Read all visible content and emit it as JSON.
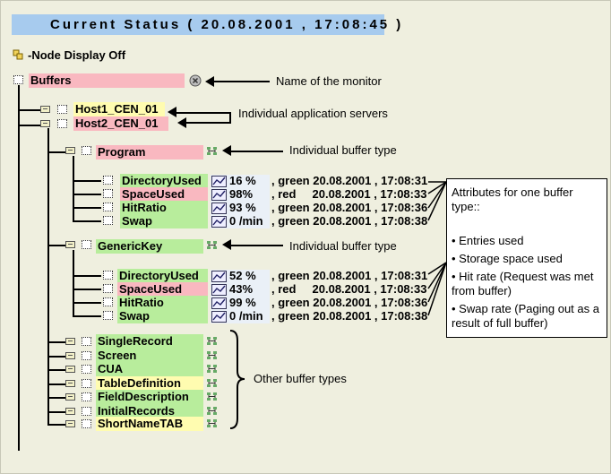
{
  "title": "Current Status ( 20.08.2001 , 17:08:45 )",
  "node_display": "-Node Display Off",
  "root": {
    "label": "Buffers",
    "annotation": "Name of the monitor"
  },
  "hosts": [
    {
      "label": "Host1_CEN_01"
    },
    {
      "label": "Host2_CEN_01"
    }
  ],
  "servers_annotation": "Individual application servers",
  "buffer_type_annotation": "Individual buffer type",
  "program": {
    "label": "Program",
    "attributes": [
      {
        "name": "DirectoryUsed",
        "value": "16 %",
        "status": ", green 20.08.2001 , 17:08:31"
      },
      {
        "name": "SpaceUsed",
        "value": "98%",
        "status": ", red     20.08.2001 , 17:08:33"
      },
      {
        "name": "HitRatio",
        "value": "93 %",
        "status": ", green 20.08.2001 , 17:08:36"
      },
      {
        "name": "Swap",
        "value": "0 /min",
        "status": ", green 20.08.2001 , 17:08:38"
      }
    ]
  },
  "generic": {
    "label": "GenericKey",
    "attributes": [
      {
        "name": "DirectoryUsed",
        "value": "52 %",
        "status": ", green 20.08.2001 , 17:08:31"
      },
      {
        "name": "SpaceUsed",
        "value": "43%",
        "status": ", red     20.08.2001 , 17:08:33"
      },
      {
        "name": "HitRatio",
        "value": "99 %",
        "status": ", green 20.08.2001 , 17:08:36"
      },
      {
        "name": "Swap",
        "value": "0 /min",
        "status": ", green 20.08.2001 , 17:08:38"
      }
    ]
  },
  "other_buffers": [
    "SingleRecord",
    "Screen",
    "CUA",
    "TableDefinition",
    "FieldDescription",
    "InitialRecords",
    "ShortNameTAB"
  ],
  "other_annotation": "Other buffer types",
  "details": {
    "heading": "Attributes for one buffer type::",
    "items": [
      "• Entries used",
      "• Storage space used",
      "• Hit rate (Request was met from buffer)",
      "• Swap rate (Paging out as a result of full buffer)"
    ]
  },
  "colors": {
    "title_bg": "#a7cbee",
    "pink": "#f9b8c0",
    "yellow": "#fffcb0",
    "green": "#b8ed9c",
    "page_bg": "#efefdf"
  }
}
